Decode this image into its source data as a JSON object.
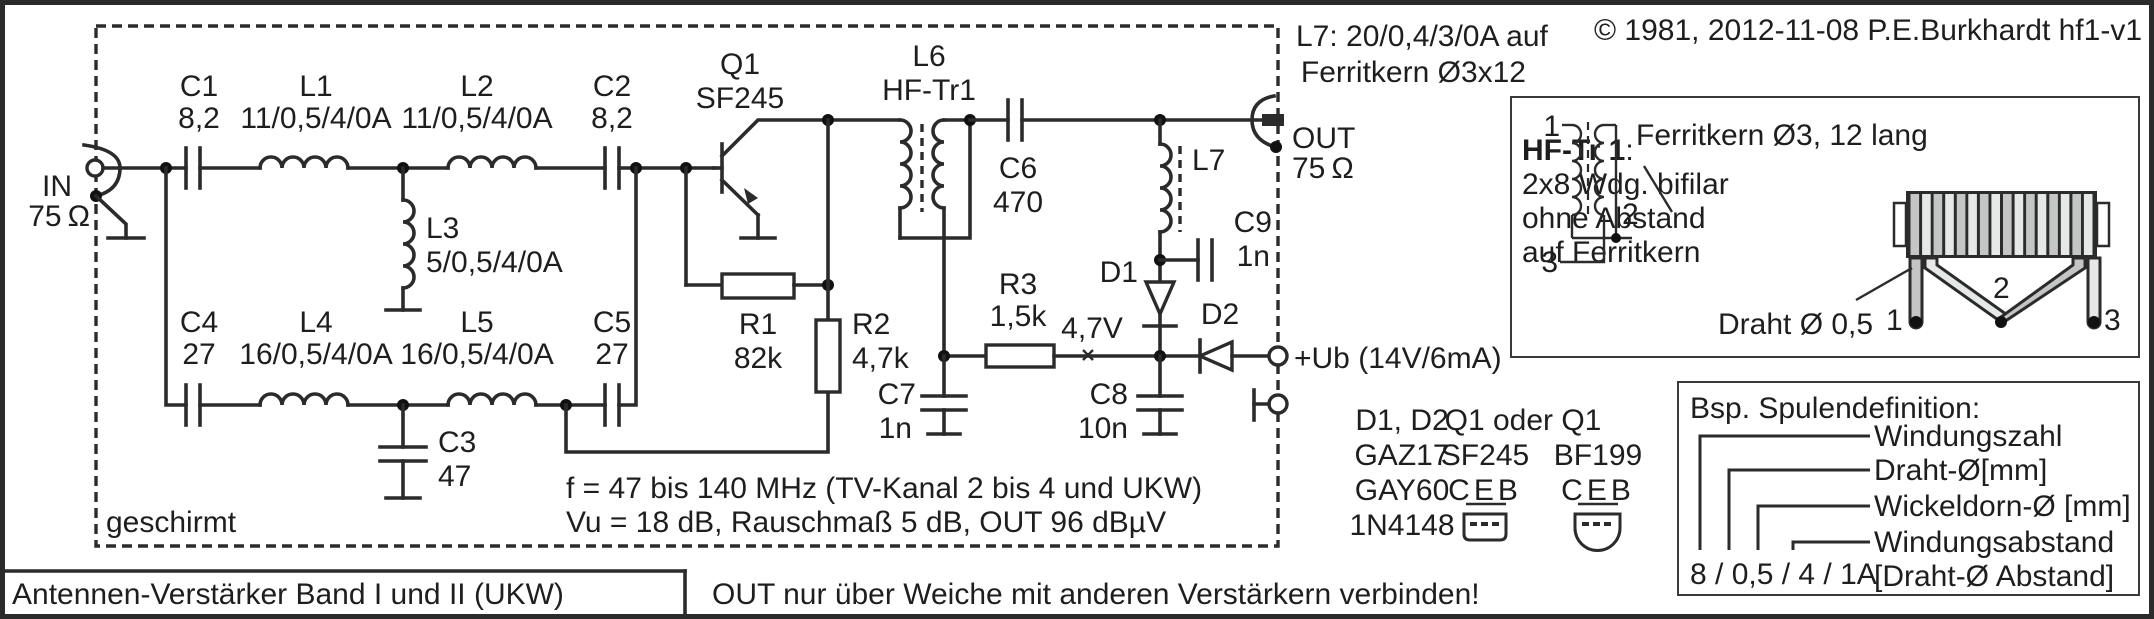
{
  "title_block": {
    "copyright": "© 1981, 2012-11-08 P.E.Burkhardt hf1-v1",
    "title": "Antennen-Verstärker Band I und II (UKW)",
    "note": "OUT nur über Weiche mit anderen Verstärkern verbinden!"
  },
  "shield_label": "geschirmt",
  "ports": {
    "in_name": "IN",
    "in_impedance": "75 Ω",
    "out_name": "OUT",
    "out_impedance": "75 Ω",
    "supply": "+Ub (14V/6mA)"
  },
  "components": {
    "C1": {
      "ref": "C1",
      "value": "8,2"
    },
    "C2": {
      "ref": "C2",
      "value": "8,2"
    },
    "C3": {
      "ref": "C3",
      "value": "47"
    },
    "C4": {
      "ref": "C4",
      "value": "27"
    },
    "C5": {
      "ref": "C5",
      "value": "27"
    },
    "C6": {
      "ref": "C6",
      "value": "470"
    },
    "C7": {
      "ref": "C7",
      "value": "1n"
    },
    "C8": {
      "ref": "C8",
      "value": "10n"
    },
    "C9": {
      "ref": "C9",
      "value": "1n"
    },
    "L1": {
      "ref": "L1",
      "value": "11/0,5/4/0A"
    },
    "L2": {
      "ref": "L2",
      "value": "11/0,5/4/0A"
    },
    "L3": {
      "ref": "L3",
      "value": "5/0,5/4/0A"
    },
    "L4": {
      "ref": "L4",
      "value": "16/0,5/4/0A"
    },
    "L5": {
      "ref": "L5",
      "value": "16/0,5/4/0A"
    },
    "L6": {
      "ref": "L6",
      "value": "HF-Tr1"
    },
    "L7": {
      "ref": "L7"
    },
    "R1": {
      "ref": "R1",
      "value": "82k"
    },
    "R2": {
      "ref": "R2",
      "value": "4,7k"
    },
    "R3": {
      "ref": "R3",
      "value": "1,5k"
    },
    "Q1": {
      "ref": "Q1",
      "value": "SF245"
    },
    "D1": {
      "ref": "D1"
    },
    "D2": {
      "ref": "D2"
    },
    "testpoint": "4,7V"
  },
  "l7_note": {
    "line1": "L7: 20/0,4/3/0A auf",
    "line2": "Ferritkern Ø3x12"
  },
  "specs": {
    "line1": "f = 47 bis 140 MHz (TV-Kanal 2 bis 4 und UKW)",
    "line2": "Vu = 18 dB, Rauschmaß 5 dB, OUT 96 dBµV"
  },
  "hf_tr_box": {
    "heading": "HF-Tr 1",
    "heading_colon": ":",
    "lines": [
      "2x8 Wdg. bifilar",
      "ohne Abstand",
      "auf Ferritkern"
    ],
    "pin1": "1",
    "pin2": "2",
    "pin3": "3",
    "core_label": "Ferritkern Ø3, 12 lang",
    "wire_label": "Draht Ø 0,5"
  },
  "parts_table": {
    "diodes": {
      "header": "D1, D2",
      "types": [
        "GAZ17",
        "GAY60",
        "1N4148"
      ]
    },
    "transistor_header": "Q1 oder Q1",
    "transistors": [
      {
        "type": "SF245",
        "pins": "CEB"
      },
      {
        "type": "BF199",
        "pins": "CEB"
      }
    ]
  },
  "coil_definition": {
    "heading": "Bsp. Spulendefinition:",
    "example": "8 / 0,5 / 4 / 1A",
    "fields": [
      "Windungszahl",
      "Draht-Ø[mm]",
      "Wickeldorn-Ø [mm]",
      "Windungsabstand",
      "[Draht-Ø Abstand]"
    ]
  }
}
